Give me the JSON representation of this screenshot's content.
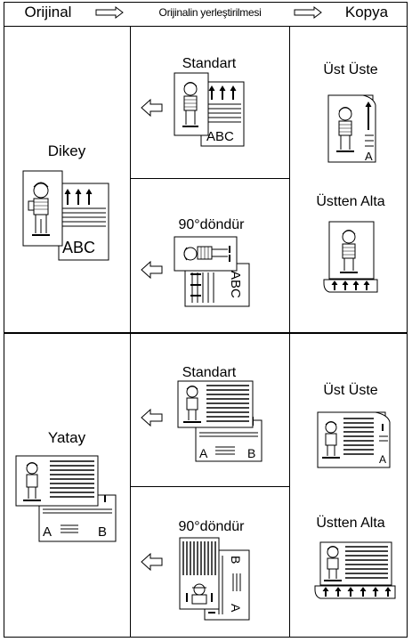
{
  "header": {
    "col1": "Orijinal",
    "col2": "Orijinalin yerleştirilmesi",
    "col3": "Kopya"
  },
  "portrait_section": {
    "orientation_label": "Dikey",
    "standard_label": "Standart",
    "rotate_label": "90°döndür",
    "copy_top_label": "Üst Üste",
    "copy_bottom_label": "Üstten Alta"
  },
  "landscape_section": {
    "orientation_label": "Yatay",
    "standard_label": "Standart",
    "rotate_label": "90°döndür",
    "copy_top_label": "Üst Üste",
    "copy_bottom_label": "Üstten Alta"
  },
  "sheet_text": {
    "abc": "ABC",
    "a": "A",
    "b": "B"
  }
}
